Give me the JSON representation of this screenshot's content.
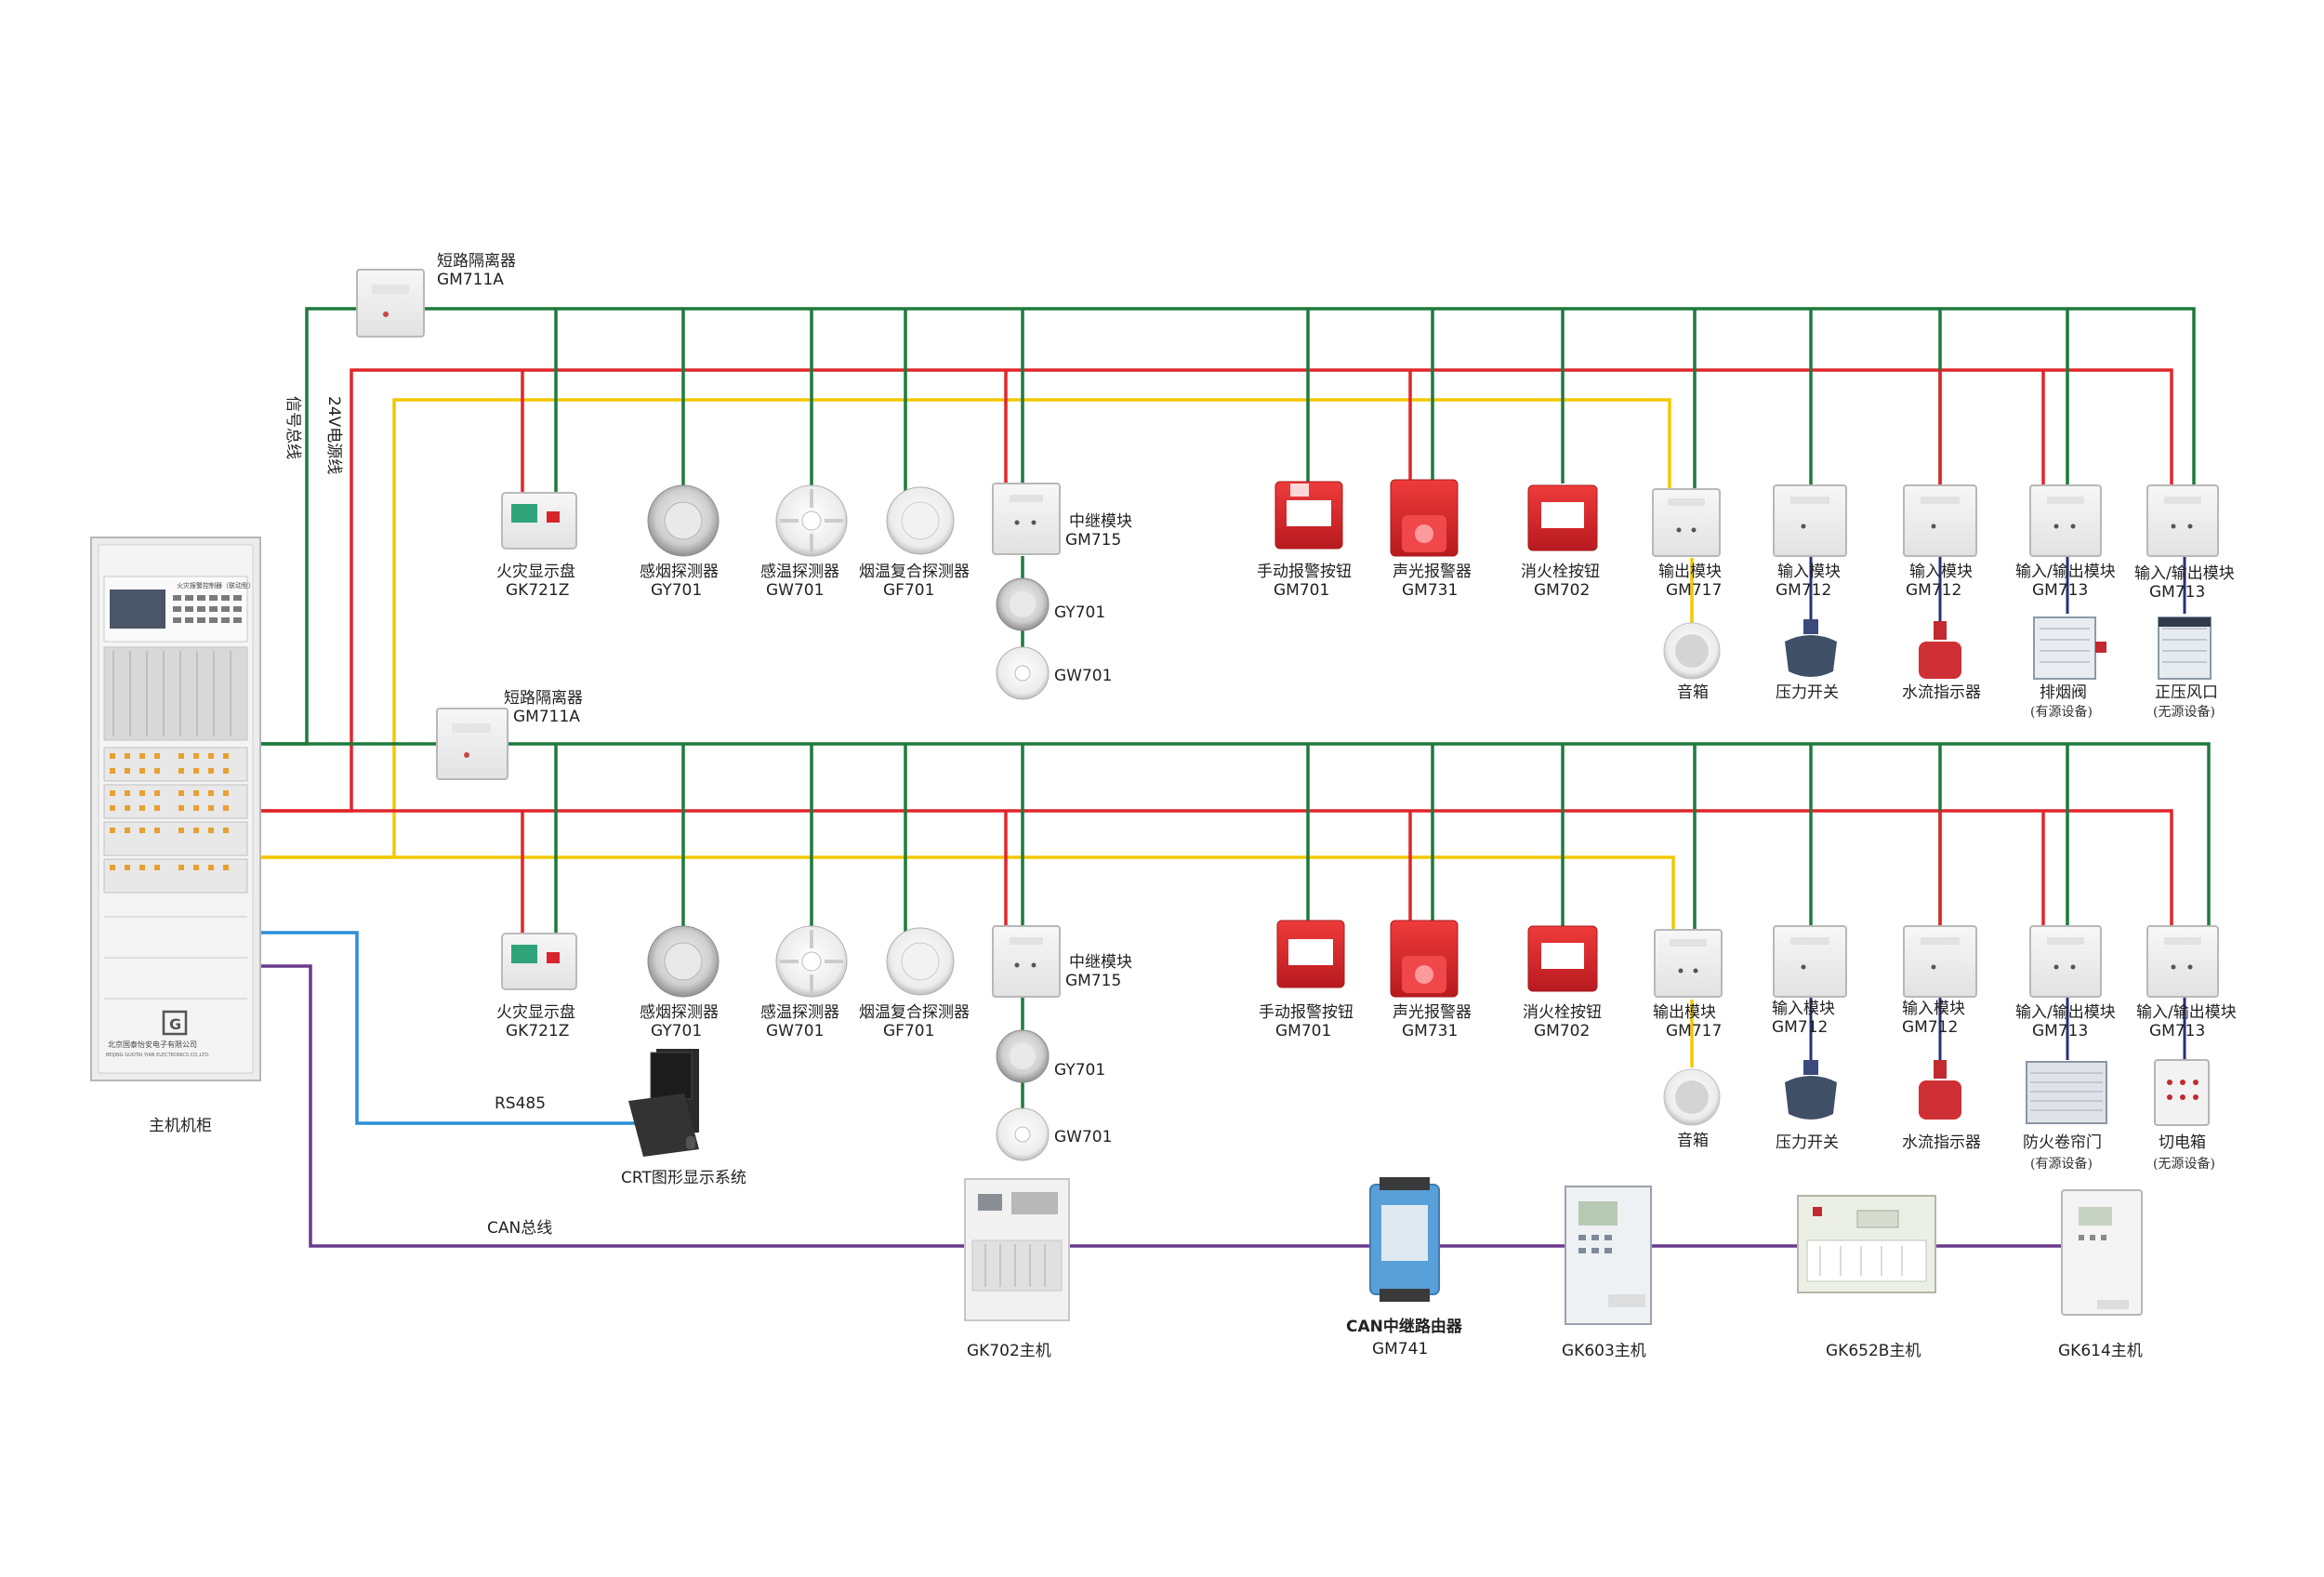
{
  "labels": {
    "signal_bus": "信号总线",
    "power_line": "24V电源线",
    "cabinet": "主机机柜",
    "cabinet_company": "北京国泰怡安电子有限公司",
    "cabinet_company_en": "BEIJING GUOTAI YIAN ELECTRONICS CO.,LTD.",
    "cabinet_panel_title": "火灾报警控制器（联动型）",
    "rs485": "RS485",
    "crt": "CRT图形显示系统",
    "can_bus": "CAN总线",
    "active_device": "(有源设备)",
    "passive_device": "(无源设备)"
  },
  "isolators": [
    {
      "name": "短路隔离器",
      "model": "GM711A"
    },
    {
      "name": "短路隔离器",
      "model": "GM711A"
    }
  ],
  "row1": {
    "display": {
      "name": "火灾显示盘",
      "model": "GK721Z"
    },
    "smoke": {
      "name": "感烟探测器",
      "model": "GY701"
    },
    "heat": {
      "name": "感温探测器",
      "model": "GW701"
    },
    "combo": {
      "name": "烟温复合探测器",
      "model": "GF701"
    },
    "relay": {
      "name": "中继模块",
      "model": "GM715"
    },
    "relay_smoke": "GY701",
    "relay_heat": "GW701",
    "manual": {
      "name": "手动报警按钮",
      "model": "GM701"
    },
    "strobe": {
      "name": "声光报警器",
      "model": "GM731"
    },
    "hydrant": {
      "name": "消火栓按钮",
      "model": "GM702"
    },
    "output": {
      "name": "输出模块",
      "model": "GM717"
    },
    "input1": {
      "name": "输入模块",
      "model": "GM712"
    },
    "input2": {
      "name": "输入模块",
      "model": "GM712"
    },
    "io1": {
      "name": "输入/输出模块",
      "model": "GM713"
    },
    "io2": {
      "name": "输入/输出模块",
      "model": "GM713"
    },
    "speaker": "音箱",
    "pressure": "压力开关",
    "flow": "水流指示器",
    "damper": "排烟阀",
    "vent": "正压风口"
  },
  "row2": {
    "display": {
      "name": "火灾显示盘",
      "model": "GK721Z"
    },
    "smoke": {
      "name": "感烟探测器",
      "model": "GY701"
    },
    "heat": {
      "name": "感温探测器",
      "model": "GW701"
    },
    "combo": {
      "name": "烟温复合探测器",
      "model": "GF701"
    },
    "relay": {
      "name": "中继模块",
      "model": "GM715"
    },
    "relay_smoke": "GY701",
    "relay_heat": "GW701",
    "manual": {
      "name": "手动报警按钮",
      "model": "GM701"
    },
    "strobe": {
      "name": "声光报警器",
      "model": "GM731"
    },
    "hydrant": {
      "name": "消火栓按钮",
      "model": "GM702"
    },
    "output": {
      "name": "输出模块",
      "model": "GM717"
    },
    "input1": {
      "name": "输入模块",
      "model": "GM712"
    },
    "input2": {
      "name": "输入模块",
      "model": "GM712"
    },
    "io1": {
      "name": "输入/输出模块",
      "model": "GM713"
    },
    "io2": {
      "name": "输入/输出模块",
      "model": "GM713"
    },
    "speaker": "音箱",
    "pressure": "压力开关",
    "flow": "水流指示器",
    "shutter": "防火卷帘门",
    "cutoff": "切电箱"
  },
  "can_devices": {
    "gk702": "GK702主机",
    "router_name": "CAN中继路由器",
    "router_model": "GM741",
    "gk603": "GK603主机",
    "gk652b": "GK652B主机",
    "gk614": "GK614主机"
  },
  "colors": {
    "signal": "#1e7a3c",
    "power": "#e0262a",
    "yellow": "#f3c800",
    "rs485": "#2a8fd6",
    "can": "#6a3a8c",
    "device_red": "#d8252b"
  }
}
